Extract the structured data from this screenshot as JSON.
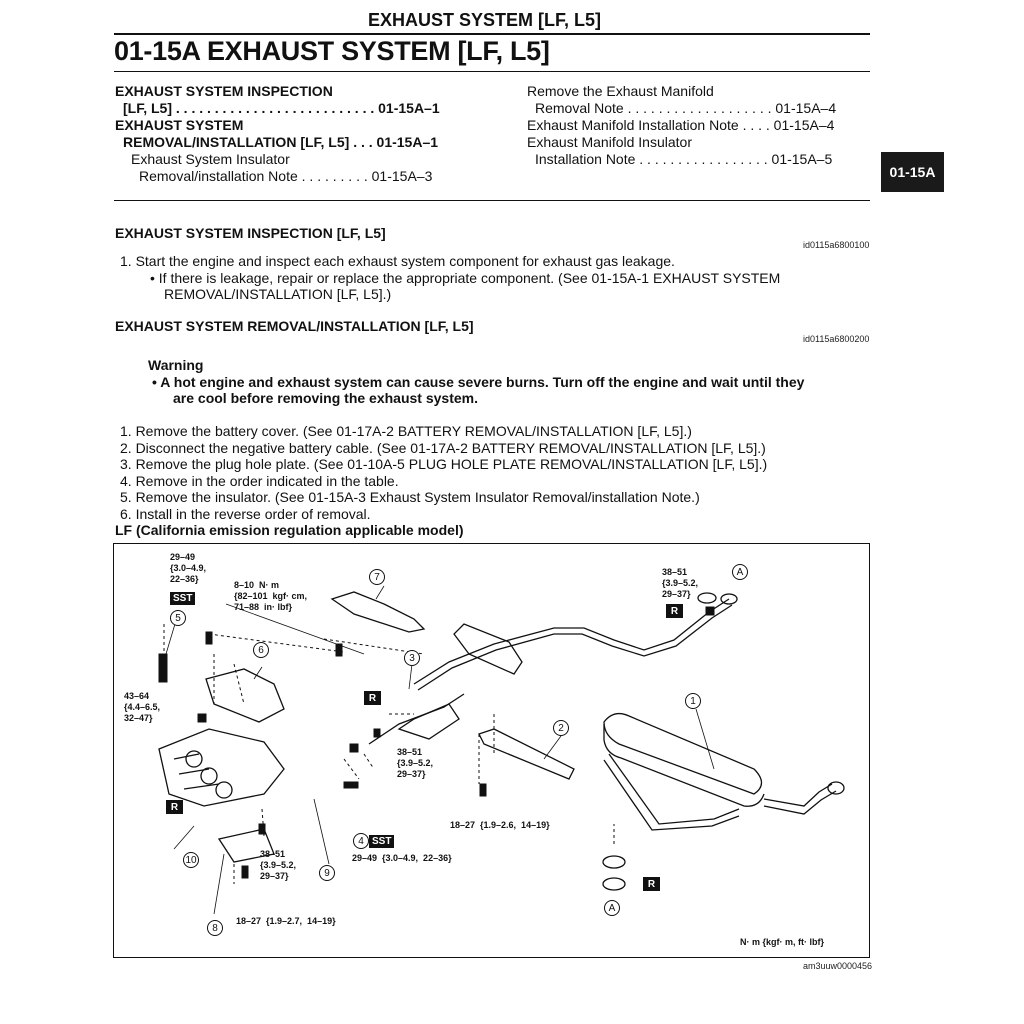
{
  "header": {
    "running_title": "EXHAUST SYSTEM [LF, L5]",
    "section_title": "01-15A  EXHAUST SYSTEM [LF, L5]",
    "tab": "01-15A"
  },
  "toc": {
    "left": [
      {
        "text": "EXHAUST SYSTEM INSPECTION",
        "bold": true
      },
      {
        "text": "[LF, L5] . . . . . . . . . . . . . . . . . . . . . . . . . .  01-15A–1",
        "bold": true
      },
      {
        "text": "EXHAUST SYSTEM",
        "bold": true
      },
      {
        "text": "REMOVAL/INSTALLATION [LF, L5] . . .  01-15A–1",
        "bold": true
      },
      {
        "text": "Exhaust System Insulator",
        "bold": false
      },
      {
        "text": "Removal/installation Note . . . . . . . . .  01-15A–3",
        "bold": false
      }
    ],
    "right": [
      {
        "text": "Remove the Exhaust Manifold"
      },
      {
        "text": "Removal Note . . . . . . . . . . . . . . . . . . . 01-15A–4"
      },
      {
        "text": "Exhaust Manifold Installation Note . . . . 01-15A–4"
      },
      {
        "text": "Exhaust Manifold Insulator"
      },
      {
        "text": "Installation Note  . . . . . . . . . . . . . . . . . 01-15A–5"
      }
    ]
  },
  "inspection": {
    "heading": "EXHAUST SYSTEM INSPECTION [LF, L5]",
    "doc_id": "id0115a6800100",
    "step1": "1.  Start the engine and inspect each exhaust system component for exhaust gas leakage.",
    "bullet1_line1": "If there is leakage, repair or replace the appropriate component. (See 01-15A-1 EXHAUST SYSTEM",
    "bullet1_line2": "REMOVAL/INSTALLATION [LF, L5].)"
  },
  "removal": {
    "heading": "EXHAUST SYSTEM REMOVAL/INSTALLATION [LF, L5]",
    "doc_id": "id0115a6800200",
    "warning_title": "Warning",
    "warning_line1": "A hot engine and exhaust system can cause severe burns. Turn off the engine and wait until they",
    "warning_line2": "are cool before removing the exhaust system.",
    "steps": [
      "1.  Remove the battery cover. (See 01-17A-2 BATTERY REMOVAL/INSTALLATION [LF, L5].)",
      "2.  Disconnect the negative battery cable. (See 01-17A-2 BATTERY REMOVAL/INSTALLATION [LF, L5].)",
      "3.  Remove the plug hole plate. (See 01-10A-5 PLUG HOLE PLATE REMOVAL/INSTALLATION [LF, L5].)",
      "4.  Remove in the order indicated in the table.",
      "5.  Remove the insulator. (See 01-15A-3 Exhaust System Insulator Removal/installation Note.)",
      "6.  Install in the reverse order of removal."
    ],
    "figure_heading": "LF (California emission regulation applicable model)"
  },
  "diagram": {
    "torque_5": "29–49\n{3.0–4.9,\n22–36}",
    "torque_bolt_top": "8–10  N· m\n{82–101  kgf· cm,\n71–88  in· lbf}",
    "torque_nut_left": "43–64\n{4.4–6.5,\n32–47}",
    "torque_flange_right": "38–51\n{3.9–5.2,\n29–37}",
    "torque_mid": "38–51\n{3.9–5.2,\n29–37}",
    "torque_bracket_bolt": "38–51\n{3.9–5.2,\n29–37}",
    "torque_4": "29–49  {3.0–4.9,  22–36}",
    "torque_2": "18–27  {1.9–2.6,  14–19}",
    "torque_8": "18–27  {1.9–2.7,  14–19}",
    "sst": "SST",
    "r": "R",
    "callout_a": "A",
    "callouts": [
      "1",
      "2",
      "3",
      "4",
      "5",
      "6",
      "7",
      "8",
      "9",
      "10"
    ],
    "units": "N· m  {kgf· m,  ft· lbf}",
    "figure_id": "am3uuw0000456"
  }
}
